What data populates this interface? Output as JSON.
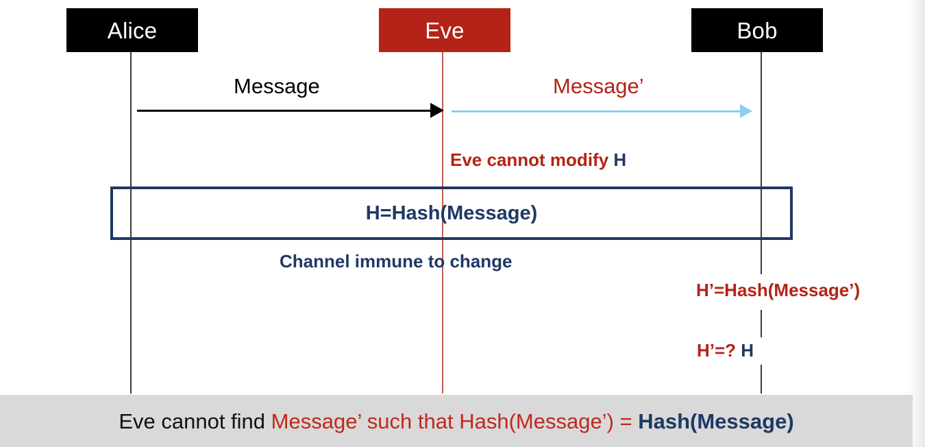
{
  "diagram": {
    "title": "Hash-protected message channel sequence diagram",
    "type": "sequence-diagram",
    "colors": {
      "black": "#000000",
      "eve_red": "#B32317",
      "navy": "#1F3864",
      "light_blue": "#8CCDF0",
      "eve_lifeline": "#C05A55",
      "banner_background": "#D9D9D9",
      "banner_red": "#C0281C"
    },
    "actors": [
      {
        "id": "alice",
        "label": "Alice",
        "fill": "#000000",
        "text_color": "#ffffff"
      },
      {
        "id": "eve",
        "label": "Eve",
        "fill": "#B32317",
        "text_color": "#ffffff"
      },
      {
        "id": "bob",
        "label": "Bob",
        "fill": "#000000",
        "text_color": "#ffffff"
      }
    ],
    "messages": [
      {
        "id": "msg1",
        "label": "Message",
        "from": "alice",
        "to": "eve",
        "color": "#000000"
      },
      {
        "id": "msg2",
        "label": "Message’",
        "from": "eve",
        "to": "bob",
        "color": "#8CCDF0",
        "label_color": "#B32317"
      }
    ],
    "annotations": {
      "eve_cannot_modify": {
        "prefix": "Eve cannot modify ",
        "symbol": "H"
      },
      "hash_box": {
        "text": "H=Hash(Message)"
      },
      "channel_immune": "Channel immune to change",
      "h_prime_hash": "H’=Hash(Message’)",
      "h_prime_compare": {
        "prefix": "H’=? ",
        "symbol": "H"
      }
    },
    "banner": {
      "part_black": "Eve cannot find ",
      "part_red": "Message’ such that Hash(Message’) = ",
      "part_navy": "Hash(Message)"
    }
  }
}
